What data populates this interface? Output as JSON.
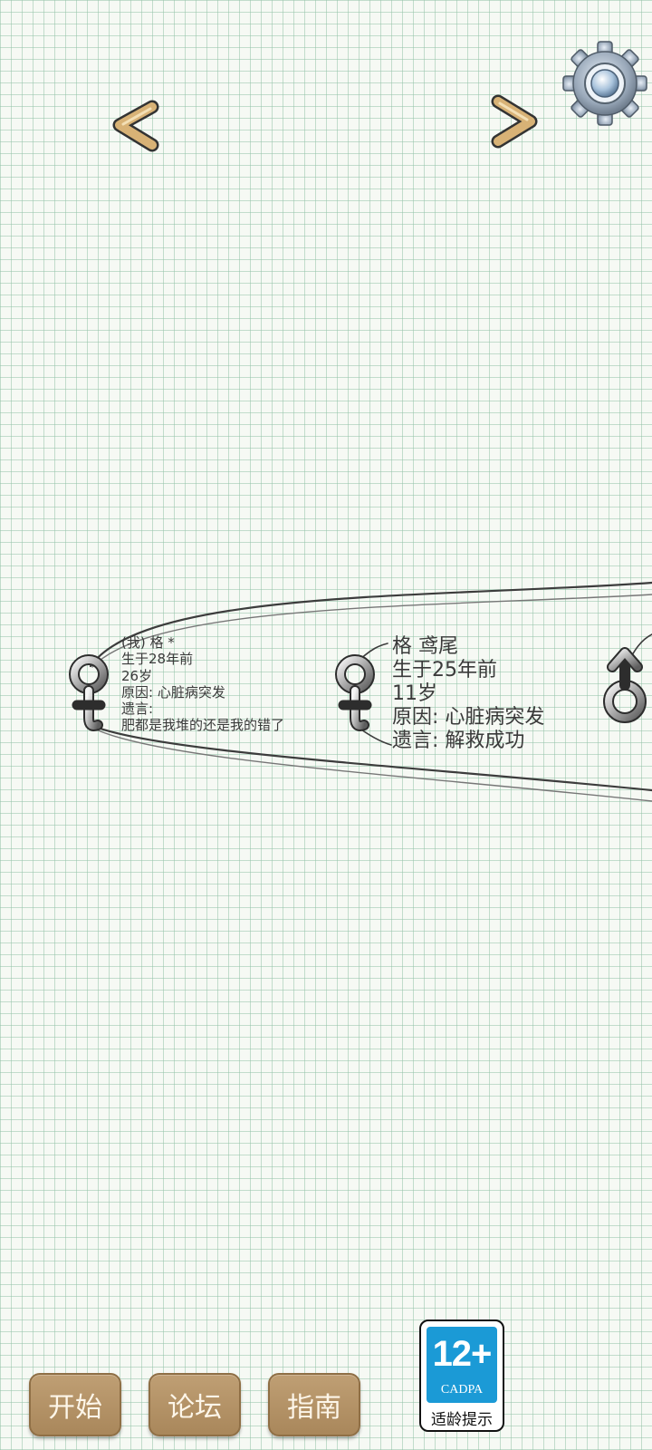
{
  "settings": {
    "icon": "gear-icon"
  },
  "navigation": {
    "prev_icon": "chevron-left-icon",
    "next_icon": "chevron-right-icon"
  },
  "people": [
    {
      "symbol": "female",
      "name": "(我) 格 *",
      "born": "生于28年前",
      "age": "26岁",
      "cause": "原因: 心脏病突发",
      "last_words_label": "遗言:",
      "last_words": "肥都是我堆的还是我的错了"
    },
    {
      "symbol": "female",
      "name": "格 鸢尾",
      "born": "生于25年前",
      "age": "11岁",
      "cause": "原因: 心脏病突发",
      "last_words": "遗言: 解救成功"
    },
    {
      "symbol": "male"
    }
  ],
  "bottom_bar": {
    "start_label": "开始",
    "forum_label": "论坛",
    "guide_label": "指南"
  },
  "age_rating": {
    "rating": "12+",
    "org": "CADPA",
    "tip": "适龄提示"
  },
  "colors": {
    "paper": "#f6f9f4",
    "grid": "#96c4aa",
    "button": "#b08e62",
    "arrow": "#d8b276",
    "badge_blue": "#1b9ad6"
  }
}
